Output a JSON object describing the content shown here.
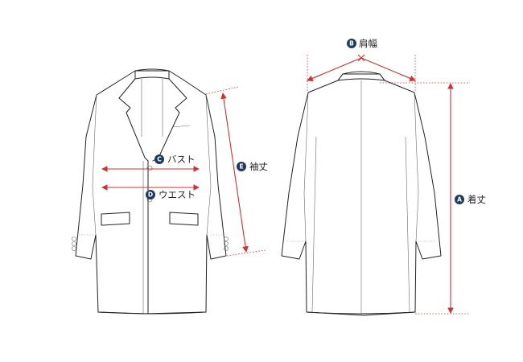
{
  "colors": {
    "measure_line": "#cc3333",
    "badge_fill": "#1f3a5c",
    "outline": "#222222",
    "label_text": "#222222"
  },
  "front_view": {
    "measurements": [
      {
        "badge": "C",
        "label": "バスト"
      },
      {
        "badge": "D",
        "label": "ウエスト"
      },
      {
        "badge": "E",
        "label": "袖丈"
      }
    ]
  },
  "back_view": {
    "measurements": [
      {
        "badge": "B",
        "label": "肩幅"
      },
      {
        "badge": "A",
        "label": "着丈"
      }
    ]
  }
}
